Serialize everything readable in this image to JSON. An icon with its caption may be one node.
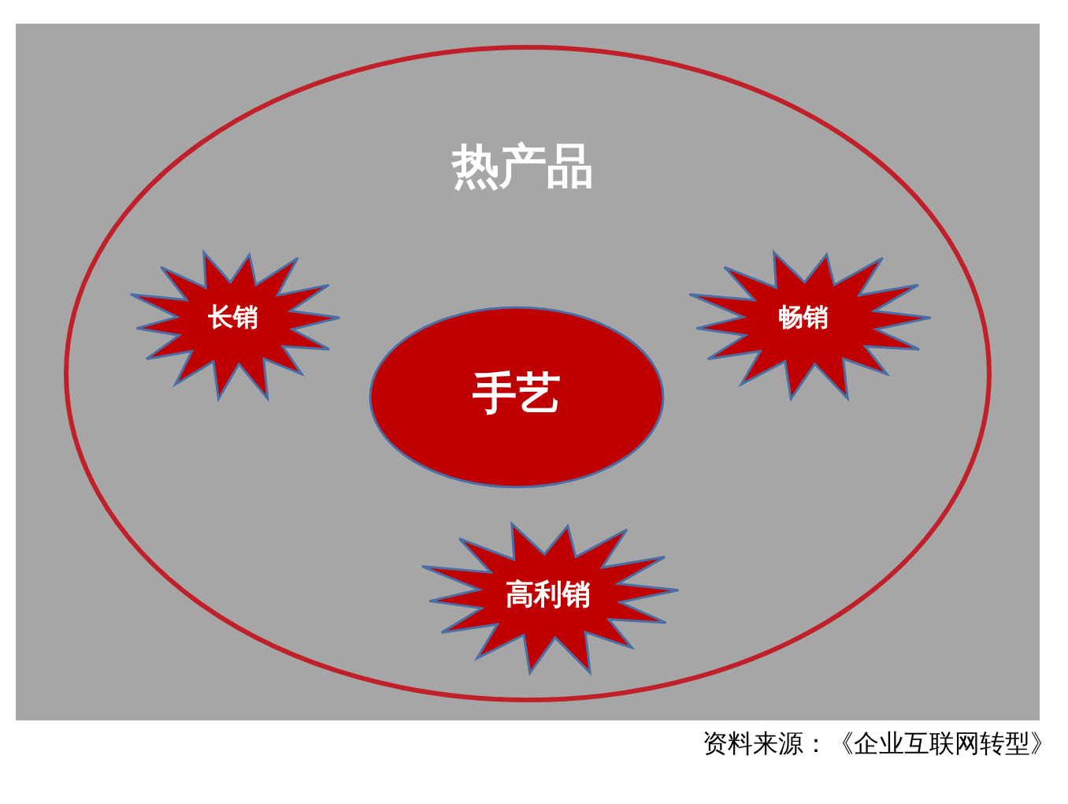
{
  "diagram": {
    "caption": "资料来源：《企业互联网转型》",
    "nodes": [
      {
        "text": [
          "热产品"
        ]
      },
      {
        "text": [
          "长销"
        ],
        "in": 0
      },
      {
        "text": [
          "畅销"
        ],
        "in": 0
      },
      {
        "text": [
          "手艺"
        ],
        "in": 0
      },
      {
        "text": [
          "高利销"
        ],
        "in": 0
      }
    ]
  }
}
